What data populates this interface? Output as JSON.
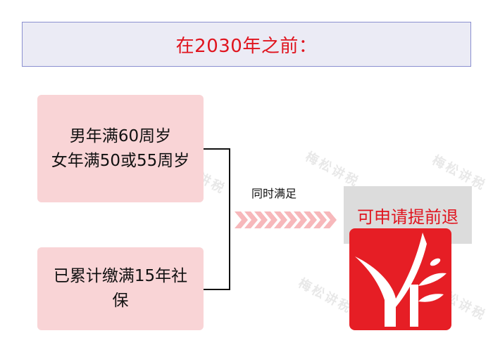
{
  "title": "在2030年之前：",
  "conditions": [
    {
      "lines": [
        "男年满60周岁",
        "女年满50或55周岁"
      ]
    },
    {
      "lines": [
        "已累计缴满15年社",
        "保"
      ]
    }
  ],
  "connector_label": "同时满足",
  "result": "可申请提前退",
  "watermark": "梅松讲税",
  "colors": {
    "accent_red": "#e0141e",
    "condition_fill": "#f9d4d6",
    "title_fill": "#ebebf5",
    "title_border": "#8a8fd0",
    "chevron": "#f7b8bb",
    "logo_red": "#e61e25"
  },
  "icons": {
    "logo": "YE-logo-icon",
    "arrow": "chevron-arrows-icon"
  }
}
